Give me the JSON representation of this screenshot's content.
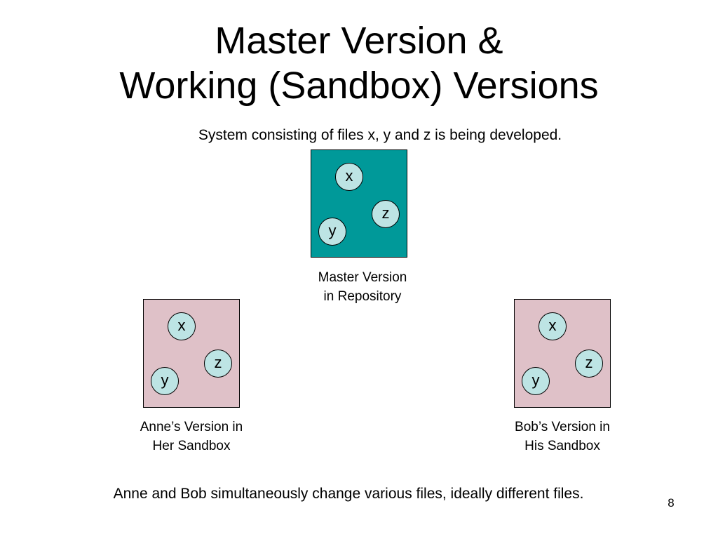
{
  "slide": {
    "title_line1": "Master Version &",
    "title_line2": "Working (Sandbox) Versions",
    "subtitle": "System consisting  of files x, y and z is being developed.",
    "footer": "Anne and Bob simultaneously change various files, ideally different files.",
    "page_number": "8"
  },
  "colors": {
    "master_box": "#009999",
    "sandbox_box": "#DFC1C8",
    "file_circle": "#BDE4E4"
  },
  "master": {
    "caption_line1": "Master Version",
    "caption_line2": "in Repository",
    "files": [
      "x",
      "z",
      "y"
    ]
  },
  "anne": {
    "caption_line1": "Anne’s Version in",
    "caption_line2": "Her Sandbox",
    "files": [
      "x",
      "z",
      "y"
    ]
  },
  "bob": {
    "caption_line1": "Bob’s Version in",
    "caption_line2": "His Sandbox",
    "files": [
      "x",
      "z",
      "y"
    ]
  }
}
